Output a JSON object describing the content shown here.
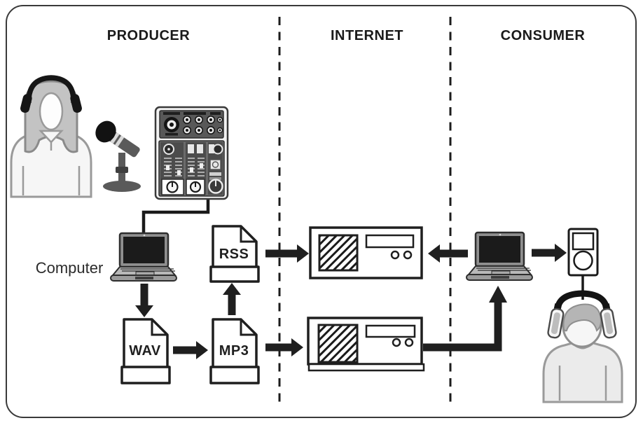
{
  "diagram": {
    "sections": [
      {
        "id": "producer",
        "label": "PRODUCER"
      },
      {
        "id": "internet",
        "label": "INTERNET"
      },
      {
        "id": "consumer",
        "label": "CONSUMER"
      }
    ],
    "labels": {
      "computer": "Computer",
      "wav": "WAV",
      "mp3": "MP3",
      "rss": "RSS"
    },
    "nodes": [
      "producer-person",
      "microphone",
      "audio-mixer",
      "producer-computer",
      "wav-file",
      "mp3-file",
      "rss-file",
      "web-server",
      "media-server",
      "consumer-laptop",
      "mp3-player",
      "consumer-person"
    ],
    "flows": [
      {
        "from": "audio-mixer",
        "to": "producer-computer",
        "style": "cable"
      },
      {
        "from": "producer-computer",
        "to": "wav-file",
        "style": "arrow"
      },
      {
        "from": "wav-file",
        "to": "mp3-file",
        "style": "arrow"
      },
      {
        "from": "mp3-file",
        "to": "rss-file",
        "style": "arrow"
      },
      {
        "from": "rss-file",
        "to": "web-server",
        "style": "arrow"
      },
      {
        "from": "mp3-file",
        "to": "media-server",
        "style": "arrow"
      },
      {
        "from": "media-server",
        "to": "consumer-laptop",
        "style": "elbow-arrow"
      },
      {
        "from": "consumer-laptop",
        "to": "web-server",
        "style": "arrow"
      },
      {
        "from": "consumer-laptop",
        "to": "mp3-player",
        "style": "arrow"
      },
      {
        "from": "mp3-player",
        "to": "consumer-headphones",
        "style": "cable"
      }
    ],
    "colors": {
      "ink": "#1f1f1f",
      "background": "#ffffff",
      "person_fill": "#f5f5f5",
      "person_stroke": "#9a9a9a",
      "hair_gray": "#c0c0c0",
      "device_gray": "#b9b9b9",
      "dark_gray": "#555555"
    }
  }
}
